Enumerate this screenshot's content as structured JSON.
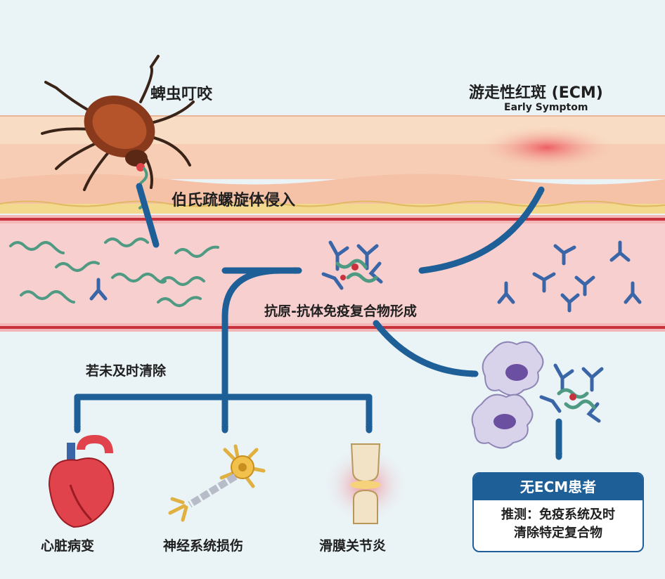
{
  "labels": {
    "tick_bite": "蜱虫叮咬",
    "spirochete_entry": "伯氏疏螺旋体侵入",
    "ecm_title": "游走性红斑 (ECM)",
    "ecm_subtitle": "Early Symptom",
    "complex_formation": "抗原-抗体免疫复合物形成",
    "not_cleared": "若未及时清除",
    "heart": "心脏病变",
    "nerve": "神经系统损伤",
    "joint": "滑膜关节炎"
  },
  "no_ecm_box": {
    "title": "无ECM患者",
    "line1": "推测：免疫系统及时",
    "line2": "清除特定复合物"
  },
  "colors": {
    "arrow": "#1f5f98",
    "skin": "#f6d2b8",
    "vessel": "#f6c4c4",
    "vessel_wall": "#c8323c",
    "spirochete": "#4f9a82",
    "antibody": "#3a66a8",
    "rash": "#ec4b55"
  }
}
